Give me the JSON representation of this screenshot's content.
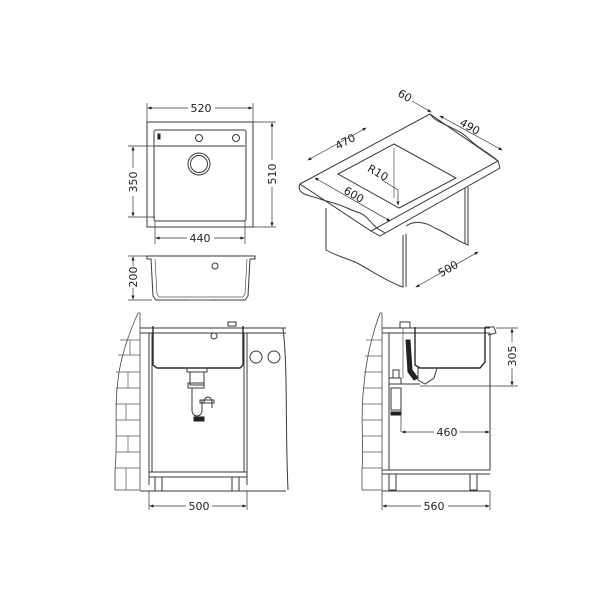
{
  "title": "Sink technical drawing",
  "views": {
    "plan": {
      "dimensions": {
        "overall_width": "520",
        "overall_depth": "510",
        "bowl_width": "440",
        "bowl_depth": "350"
      }
    },
    "section": {
      "dimensions": {
        "depth": "200"
      }
    },
    "cutout": {
      "dimensions": {
        "rear_offset": "60",
        "cutout_depth": "490",
        "cutout_width": "470",
        "corner_radius": "R10",
        "worktop_depth": "600",
        "cabinet_width": "500"
      }
    },
    "front_install": {
      "dimensions": {
        "cabinet_width": "500"
      }
    },
    "side_install": {
      "dimensions": {
        "height": "305",
        "drain_offset": "460",
        "cabinet_depth": "560"
      }
    }
  },
  "colors": {
    "line": "#3a3a3a",
    "background": "#ffffff"
  }
}
